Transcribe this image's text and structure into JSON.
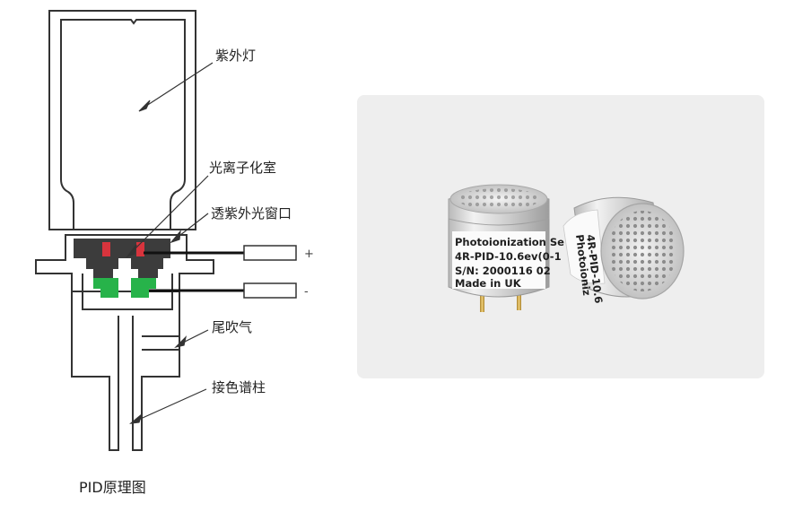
{
  "diagram": {
    "labels": {
      "uv_lamp": "紫外灯",
      "ionization_chamber": "光离子化室",
      "uv_window": "透紫外光窗口",
      "tail_gas": "尾吹气",
      "to_column": "接色谱柱"
    },
    "electrode_signs": {
      "positive": "+",
      "negative": "-"
    },
    "caption": "PID原理图",
    "colors": {
      "outline": "#333333",
      "electrode_green": "#27b34a",
      "window_red": "#d8343d",
      "seal_dark": "#3c3c3c"
    }
  },
  "photo": {
    "background": "#eeeeee",
    "sensor_text": {
      "line1": "Photoionization Se",
      "line2": "4R-PID-10.6ev(0-1",
      "line3": "S/N: 2000116 02",
      "line4": "Made in UK"
    }
  }
}
